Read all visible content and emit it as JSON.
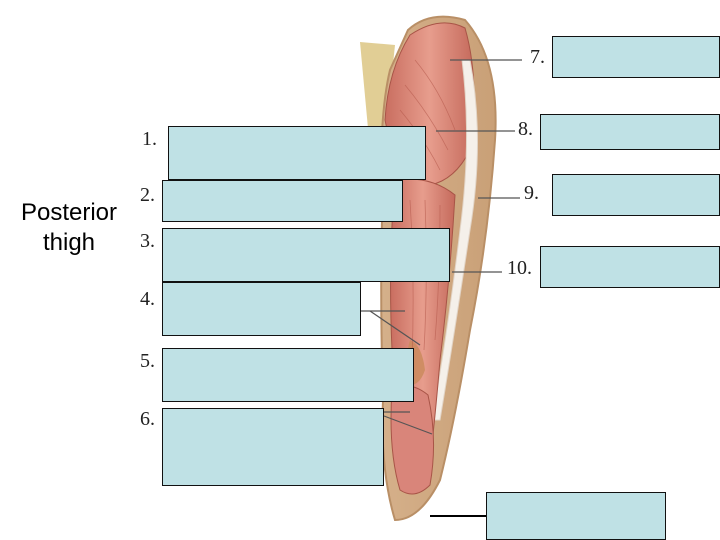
{
  "title": {
    "line1": "Posterior",
    "line2": "thigh"
  },
  "labels": {
    "n1": "1.",
    "n2": "2.",
    "n3": "3.",
    "n4": "4.",
    "n5": "5.",
    "n6": "6.",
    "n7": "7.",
    "n8": "8.",
    "n9": "9.",
    "n10": "10."
  },
  "colors": {
    "answer_box": "#bfe1e5",
    "muscle": "#d98a7c",
    "tendon": "#f3ece6"
  }
}
